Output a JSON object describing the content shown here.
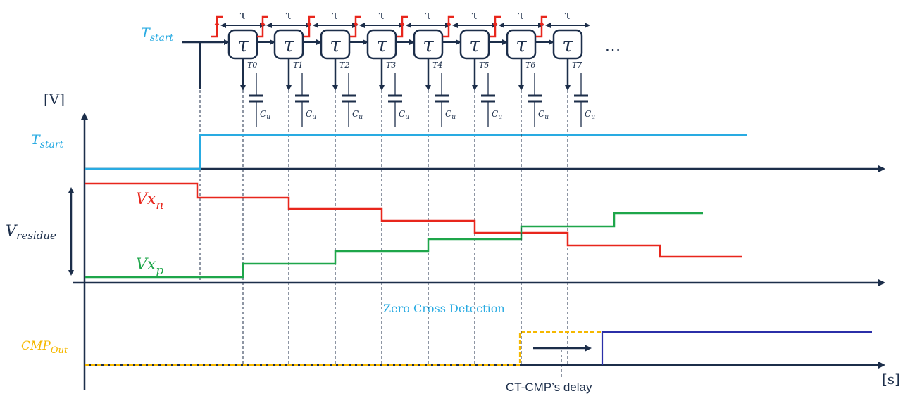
{
  "labels": {
    "t_start_top": {
      "main": "T",
      "sub": "start"
    },
    "t_start_axis": {
      "main": "T",
      "sub": "start"
    },
    "y_unit": "[V]",
    "x_unit": "[s]",
    "v_residue": {
      "main": "V",
      "sub": "residue"
    },
    "vxn": {
      "main": "Vx",
      "sub": "n"
    },
    "vxp": {
      "main": "Vx",
      "sub": "p"
    },
    "cmp_out": {
      "main": "CMP",
      "sub": "Out"
    },
    "zero_cross": "Zero Cross Detection",
    "ct_delay": "CT-CMP’s delay",
    "ellipsis": "…",
    "delay_symbol": "τ",
    "cap_label": {
      "main": "C",
      "sub": "u"
    }
  },
  "taps": [
    "T0",
    "T1",
    "T2",
    "T3",
    "T4",
    "T5",
    "T6",
    "T7"
  ],
  "colors": {
    "tstart": "#29abe2",
    "vxn": "#e8261c",
    "vxp": "#1ea64a",
    "cmp": "#f5b800",
    "cmp_real": "#2b2fa8",
    "axis": "#1c2e4a",
    "clock": "#e8261c"
  }
}
